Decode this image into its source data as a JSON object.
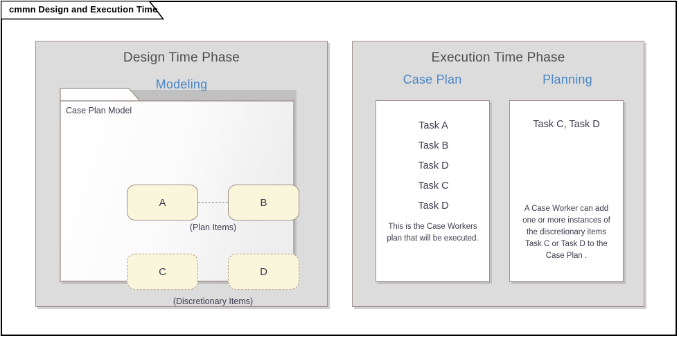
{
  "diagram": {
    "title_tab": "cmmn Design and Execution Time"
  },
  "design_phase": {
    "title": "Design Time Phase",
    "heading": "Modeling",
    "model": {
      "label": "Case Plan Model",
      "plan_items": {
        "caption": "(Plan Items)",
        "tasks": [
          {
            "name": "A",
            "style": "solid"
          },
          {
            "name": "B",
            "style": "solid"
          }
        ]
      },
      "discretionary_items": {
        "caption": "(Discretionary Items)",
        "tasks": [
          {
            "name": "C",
            "style": "dashed"
          },
          {
            "name": "D",
            "style": "dashed"
          }
        ]
      }
    }
  },
  "execution_phase": {
    "title": "Execution Time Phase",
    "case_plan": {
      "heading": "Case Plan",
      "tasks": [
        "Task A",
        "Task B",
        "Task D",
        "Task C",
        "Task D"
      ],
      "note": "This is the Case Workers plan that will be executed."
    },
    "planning": {
      "heading": "Planning",
      "items": "Task C, Task D",
      "note": "A Case Worker can add one or more instances of the discretionary items Task C or Task D to the Case Plan ."
    }
  },
  "colors": {
    "frame_border": "#000000",
    "panel_fill": "#dcdcdc",
    "panel_border": "#a38d8d",
    "heading_blue": "#4a86c5",
    "title_gray": "#4d4d4d",
    "task_fill": "#faf6dc",
    "task_border_solid": "#9d8e8a",
    "task_border_dashed": "#b09a86",
    "connector": "#6f7f9b",
    "text": "#3b3b4d"
  }
}
